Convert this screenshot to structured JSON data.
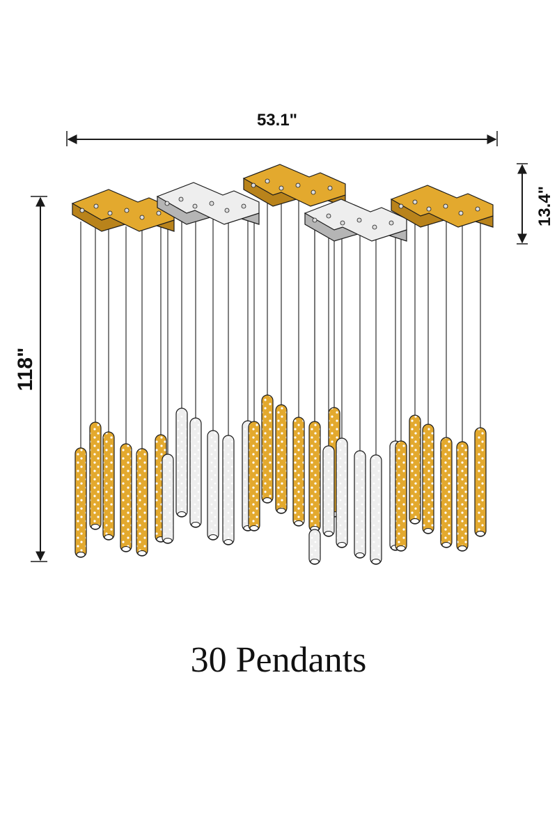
{
  "dimensions": {
    "width_label": "53.1\"",
    "canopy_height_label": "13.4\"",
    "total_height_label": "118\""
  },
  "caption": "30 Pendants",
  "pendant_count": 30,
  "colors": {
    "gold": "#E3A92E",
    "gold_dark": "#B9831B",
    "silver": "#EEEEEE",
    "silver_dark": "#B5B5B5",
    "line": "#1a1a1a"
  },
  "canopies": [
    {
      "finish": "gold"
    },
    {
      "finish": "silver"
    },
    {
      "finish": "gold"
    },
    {
      "finish": "silver"
    },
    {
      "finish": "gold"
    }
  ],
  "pendants": [
    {
      "finish": "gold"
    },
    {
      "finish": "gold"
    },
    {
      "finish": "gold"
    },
    {
      "finish": "gold"
    },
    {
      "finish": "gold"
    },
    {
      "finish": "gold"
    },
    {
      "finish": "silver"
    },
    {
      "finish": "silver"
    },
    {
      "finish": "silver"
    },
    {
      "finish": "silver"
    },
    {
      "finish": "silver"
    },
    {
      "finish": "silver"
    },
    {
      "finish": "gold"
    },
    {
      "finish": "gold"
    },
    {
      "finish": "gold"
    },
    {
      "finish": "gold"
    },
    {
      "finish": "gold"
    },
    {
      "finish": "gold"
    },
    {
      "finish": "silver"
    },
    {
      "finish": "silver"
    },
    {
      "finish": "silver"
    },
    {
      "finish": "silver"
    },
    {
      "finish": "silver"
    },
    {
      "finish": "silver"
    },
    {
      "finish": "gold"
    },
    {
      "finish": "gold"
    },
    {
      "finish": "gold"
    },
    {
      "finish": "gold"
    },
    {
      "finish": "gold"
    },
    {
      "finish": "gold"
    }
  ]
}
